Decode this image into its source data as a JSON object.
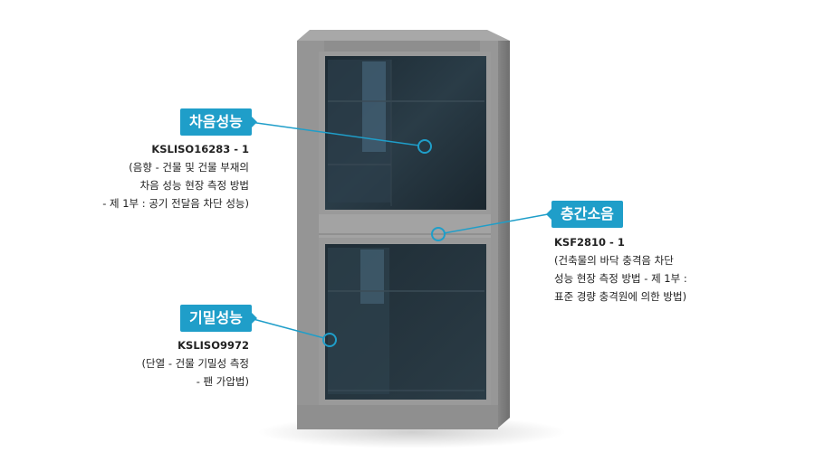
{
  "colors": {
    "accent": "#1f9ec9",
    "frame": "#8c8c8c",
    "frame_light": "#a2a2a2",
    "glass": "#23313a"
  },
  "callouts": {
    "sound_insulation": {
      "label": "차음성능",
      "code": "KSLISO16283 - 1",
      "lines": [
        "(음향 - 건물 및 건물 부재의",
        "차음 성능 현장 측정 방법",
        "- 제 1부 : 공기 전달음 차단 성능)"
      ]
    },
    "floor_impact": {
      "label": "층간소음",
      "code": "KSF2810 - 1",
      "lines": [
        "(건축물의 바닥 충격음 차단",
        "성능 현장 측정 방법 - 제 1부 :",
        "표준 경량 충격원에 의한 방법)"
      ]
    },
    "airtightness": {
      "label": "기밀성능",
      "code": "KSLISO9972",
      "lines": [
        "(단열 - 건물 기밀성 측정",
        "- 팬 가압법)"
      ]
    }
  }
}
